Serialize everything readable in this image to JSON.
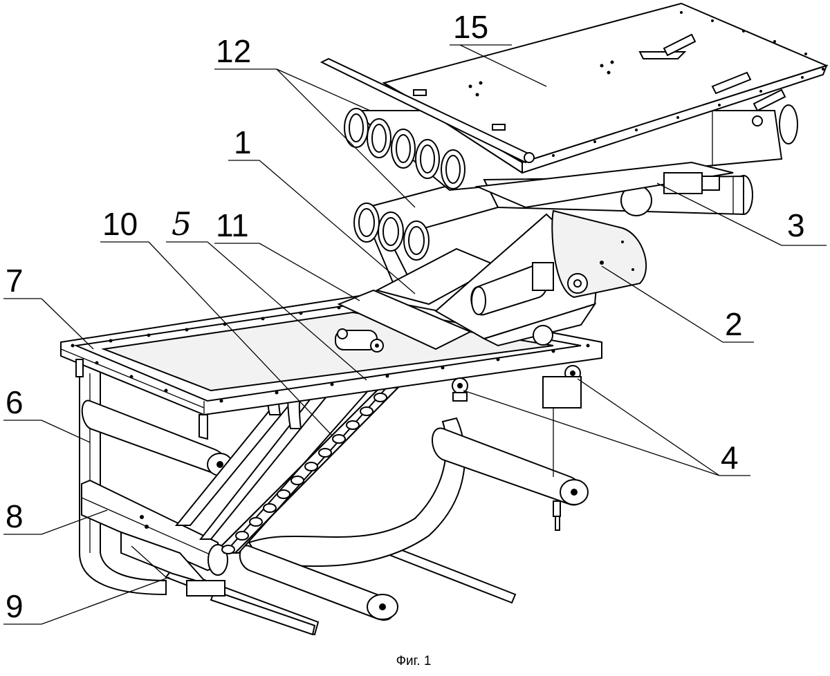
{
  "figure": {
    "caption": "Фиг. 1",
    "labels": {
      "l15": "15",
      "l12": "12",
      "l1": "1",
      "l10": "10",
      "l5": "5",
      "l11": "11",
      "l3": "3",
      "l7": "7",
      "l2": "2",
      "l6": "6",
      "l4": "4",
      "l8": "8",
      "l9": "9"
    }
  }
}
